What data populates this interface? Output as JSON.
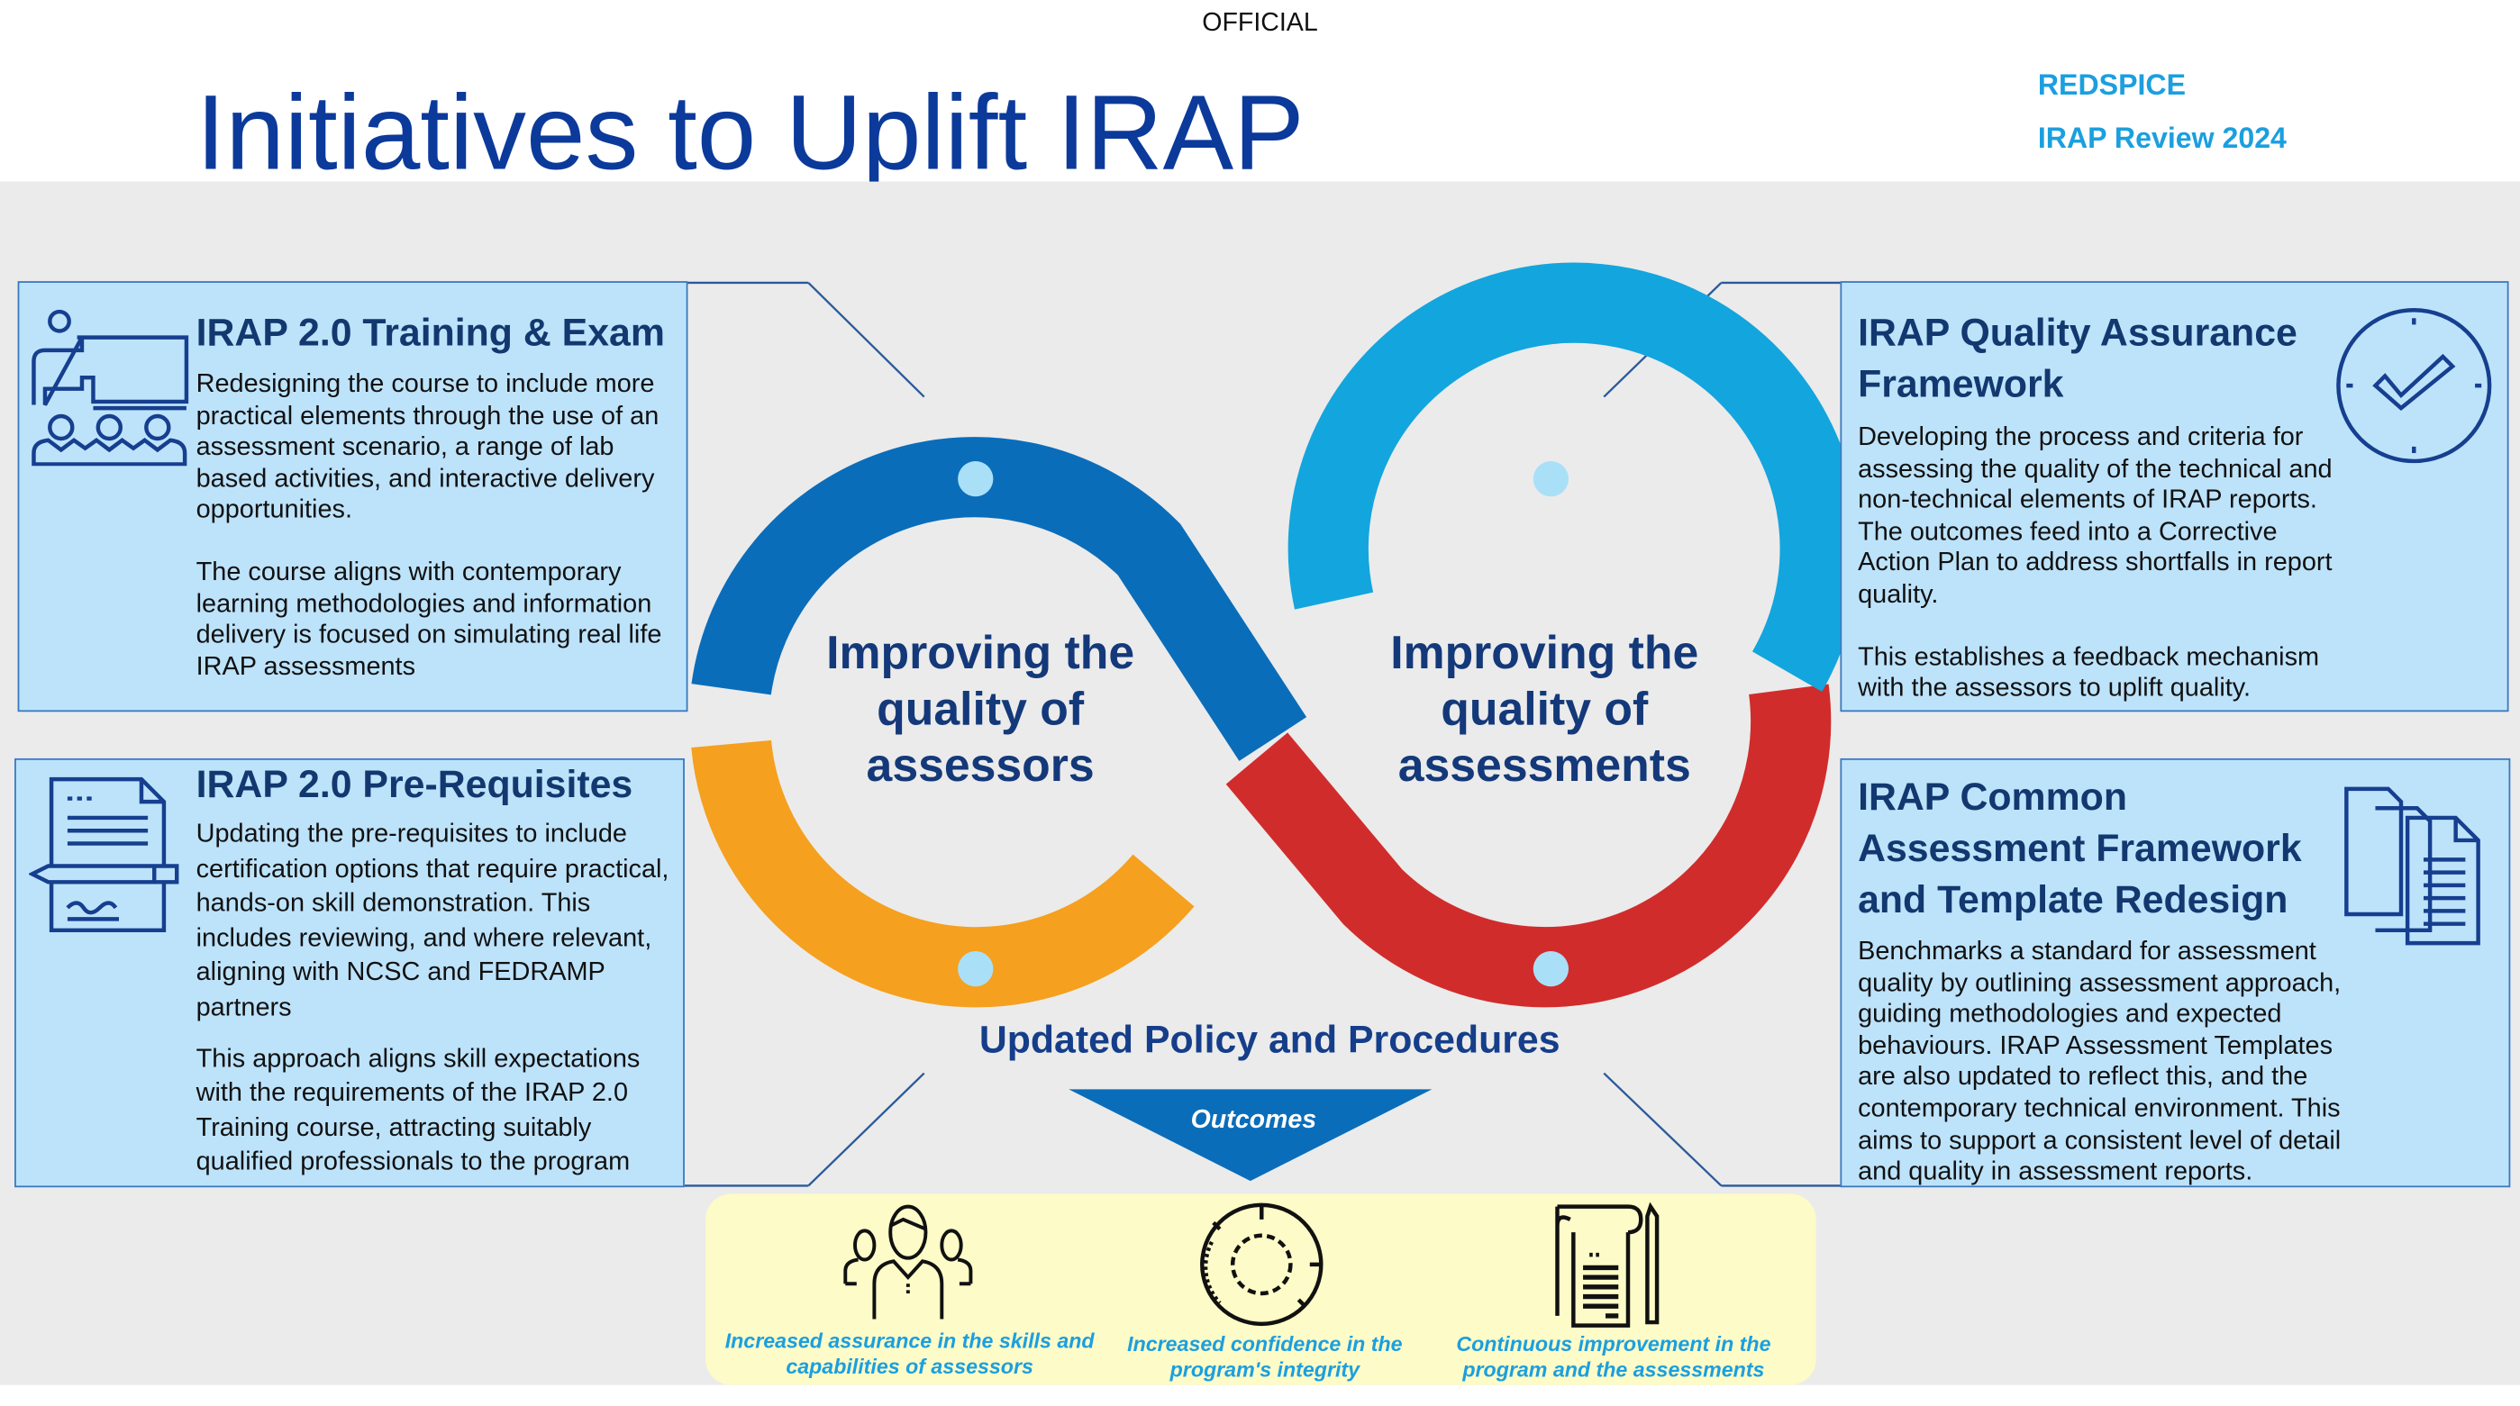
{
  "header": {
    "classification": "OFFICIAL",
    "title": "Initiatives to Uplift IRAP",
    "brand": "REDSPICE",
    "subtitle": "IRAP Review 2024"
  },
  "panels": {
    "training": {
      "title": "IRAP 2.0 Training & Exam",
      "paragraphs": [
        "Redesigning the course to include more practical elements through the use of an assessment scenario, a range of lab based activities, and interactive delivery opportunities.",
        "The course aligns with contemporary learning methodologies and information delivery is focused on simulating real life IRAP assessments"
      ]
    },
    "prereq": {
      "title": "IRAP 2.0 Pre-Requisites",
      "paragraphs": [
        "Updating the pre-requisites to include certification options that require practical, hands-on skill demonstration. This includes reviewing, and where relevant, aligning with NCSC and FEDRAMP partners",
        "This approach aligns skill expectations with the requirements of the IRAP 2.0 Training course, attracting suitably qualified professionals to the program"
      ]
    },
    "qa": {
      "title": "IRAP Quality Assurance Framework",
      "paragraphs": [
        "Developing the process and criteria for assessing the quality of the technical and non-technical elements of IRAP reports. The outcomes feed into a Corrective Action Plan to address shortfalls in report quality.",
        "This establishes a feedback mechanism with the assessors to uplift quality."
      ]
    },
    "caf": {
      "title": "IRAP Common Assessment Framework and Template Redesign",
      "paragraphs": [
        "Benchmarks a standard for assessment quality by outlining assessment approach, guiding methodologies and expected behaviours. IRAP Assessment Templates are also updated to reflect this, and the contemporary technical environment. This aims to support a consistent level of detail and quality in assessment reports."
      ]
    }
  },
  "infinity": {
    "left_label": "Improving the quality of assessors",
    "right_label": "Improving the quality of assessments",
    "colors": {
      "dark_blue": "#0a6dba",
      "light_blue": "#13a5de",
      "orange": "#f5a01f",
      "red": "#d12c2c",
      "dot": "#a9e0f8"
    }
  },
  "policy_label": "Updated Policy and Procedures",
  "outcomes_label": "Outcomes",
  "outcomes": [
    {
      "icon": "people-icon",
      "text": "Increased assurance in the skills and capabilities of assessors"
    },
    {
      "icon": "gear-cycle-icon",
      "text": "Increased confidence in the program's integrity"
    },
    {
      "icon": "document-pen-icon",
      "text": "Continuous improvement in the program and the assessments"
    }
  ]
}
